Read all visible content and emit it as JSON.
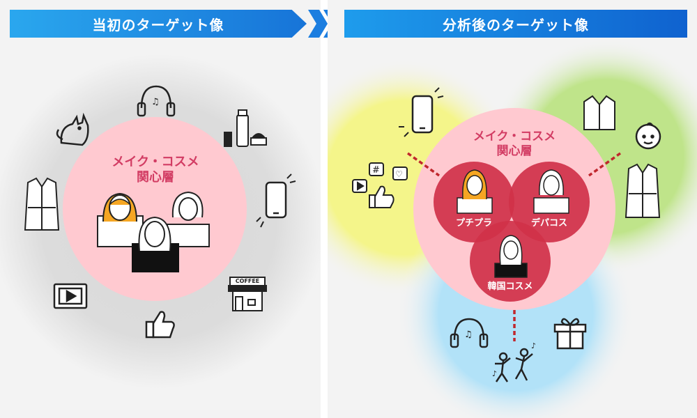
{
  "left": {
    "banner": "当初のターゲット像",
    "center_line1": "メイク・コスメ",
    "center_line2": "関心層"
  },
  "right": {
    "banner": "分析後のターゲット像",
    "center_line1": "メイク・コスメ",
    "center_line2": "関心層",
    "segments": [
      "プチプラ",
      "デパコス",
      "韓国コスメ"
    ]
  },
  "coffee_sign": "COFFEE",
  "colors": {
    "banner_light": "#2aa7ee",
    "banner_dark": "#1774d8",
    "pink_circle": "#ffc9d0",
    "red_segment": "#d03149",
    "yellow_glow": "#f4f58a",
    "green_glow": "#bfe48a",
    "blue_glow": "#b2e2f8",
    "title_text": "#d23c63"
  },
  "icons": [
    "headphones-icon",
    "cosmetics-icon",
    "cat-icon",
    "coat-icon",
    "smartphone-icon",
    "video-player-icon",
    "like-icon",
    "coffee-shop-icon",
    "social-media-icon",
    "jacket-icon",
    "baby-icon",
    "gift-icon",
    "dancing-people-icon"
  ]
}
